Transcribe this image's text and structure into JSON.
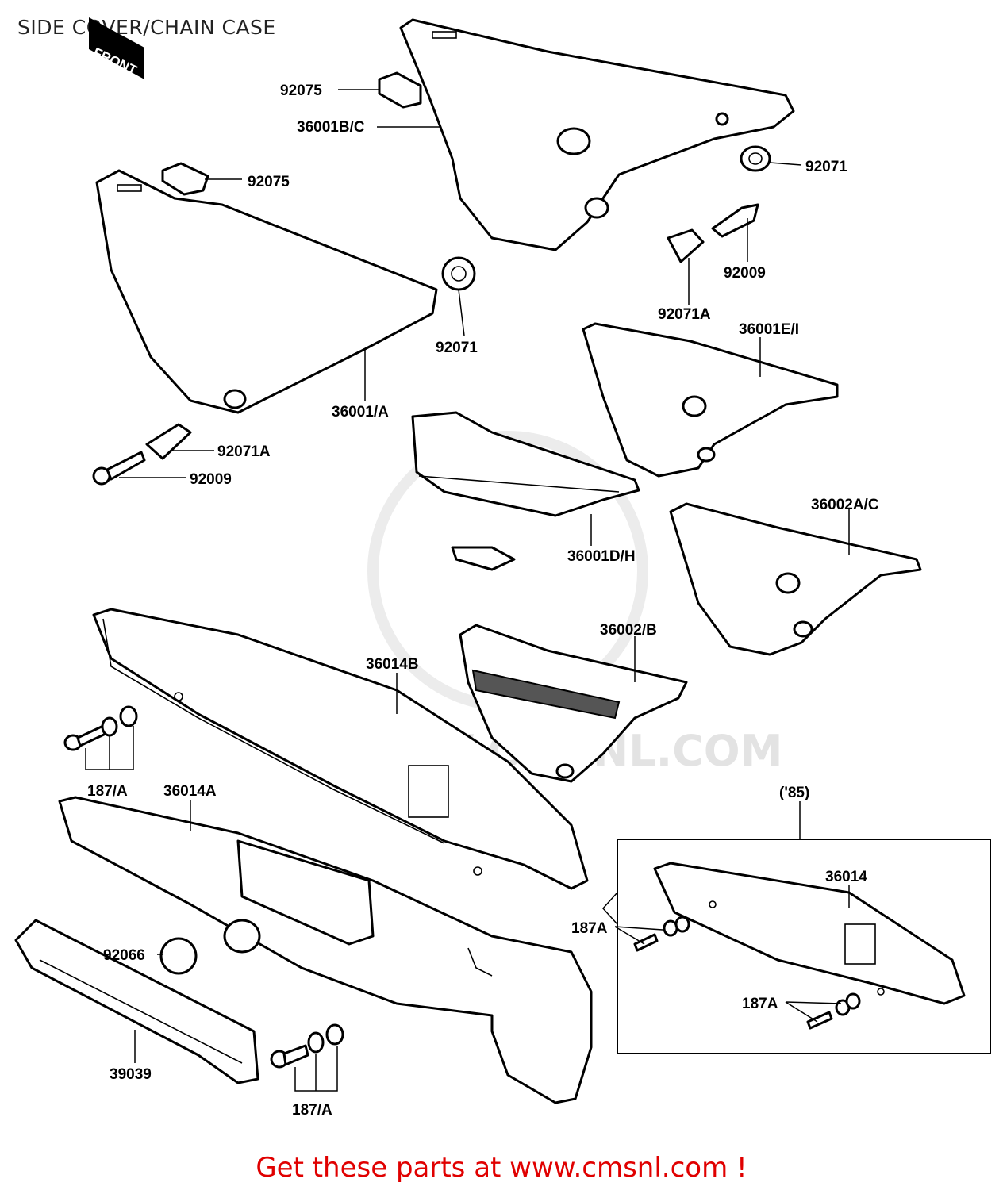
{
  "header": {
    "title": "SIDE COVER/CHAIN CASE"
  },
  "front_marker": {
    "text": "FRONT"
  },
  "watermark": {
    "text": "WWW.CMSNL.COM"
  },
  "callouts": {
    "p92075_top": "92075",
    "p36001bc": "36001B/C",
    "p92075_left": "92075",
    "p92071_right": "92071",
    "p92071_mid": "92071",
    "p92009_right": "92009",
    "p92071a_right": "92071A",
    "p36001ei": "36001E/I",
    "p36001a": "36001/A",
    "p92071a_left": "92071A",
    "p92009_left": "92009",
    "p36001dh": "36001D/H",
    "p36002ac": "36002A/C",
    "p36002b": "36002/B",
    "p36014b": "36014B",
    "p187a_upper": "187/A",
    "p36014a": "36014A",
    "p85": "('85)",
    "p36014": "36014",
    "p187a_inset1": "187A",
    "p187a_inset2": "187A",
    "p92066": "92066",
    "p39039": "39039",
    "p187a_lower": "187/A"
  },
  "footer": {
    "text": "Get these parts at www.cmsnl.com !"
  },
  "colors": {
    "line": "#000000",
    "footer_text": "#e00000",
    "watermark": "#e3e3e3"
  }
}
